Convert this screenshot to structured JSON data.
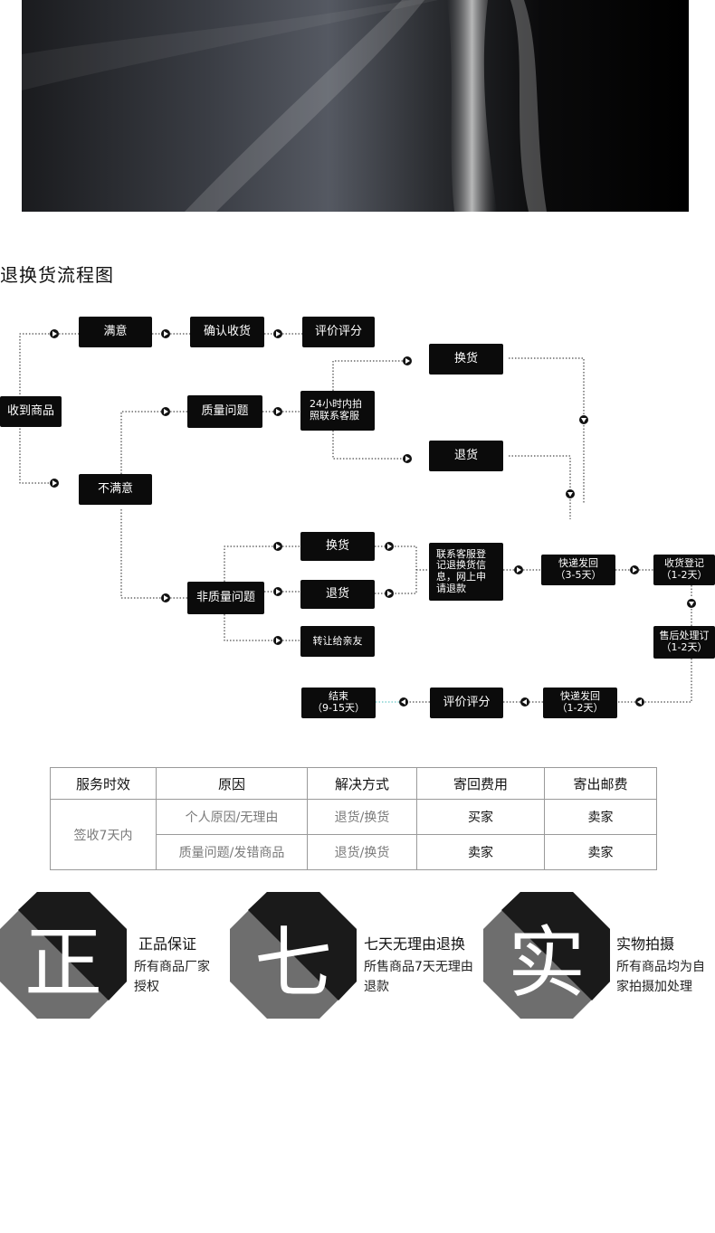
{
  "section_title": "退换货流程图",
  "flow": {
    "receive": "收到商品",
    "satisfied": "满意",
    "confirm_receipt": "确认收货",
    "rate_top": "评价评分",
    "unsatisfied": "不满意",
    "quality_issue": "质量问题",
    "contact_24h": "24小时内拍\n照联系客服",
    "exchange_top": "换货",
    "refund_top": "退货",
    "non_quality": "非质量问题",
    "exchange_mid": "换货",
    "refund_mid": "退货",
    "transfer": "转让给亲友",
    "register_info": "联系客服登\n记退换货信\n息，网上申\n请退款",
    "ship_back": "快递发回\n（3-5天）",
    "receive_register": "收货登记\n（1-2天）",
    "after_sale": "售后处理订\n（1-2天）",
    "ship_out": "快递发回\n（1-2天）",
    "rate_bottom": "评价评分",
    "end": "结束\n（9-15天）"
  },
  "table": {
    "headers": [
      "服务时效",
      "原因",
      "解决方式",
      "寄回费用",
      "寄出邮费"
    ],
    "period": "签收7天内",
    "rows": [
      [
        "个人原因/无理由",
        "退货/换货",
        "买家",
        "卖家"
      ],
      [
        "质量问题/发错商品",
        "退货/换货",
        "卖家",
        "卖家"
      ]
    ]
  },
  "features": [
    {
      "glyph": "正",
      "title": "正品保证",
      "desc": "所有商品厂家授权"
    },
    {
      "glyph": "七",
      "title": "七天无理由退换",
      "desc": "所售商品7天无理由退款"
    },
    {
      "glyph": "实",
      "title": "实物拍摄",
      "desc": "所有商品均为自家拍摄加处理"
    }
  ],
  "colors": {
    "node_bg": "#0b0b0b",
    "badge_dark": "#1a1a1a",
    "badge_gray": "#6e6e6e"
  }
}
